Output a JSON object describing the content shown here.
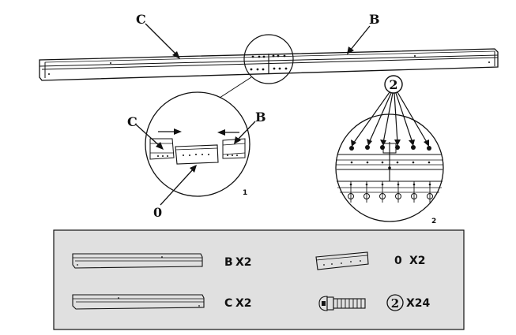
{
  "callouts": {
    "rail_c": "C",
    "rail_b": "B",
    "detail1_c": "C",
    "detail1_b": "B",
    "detail1_zero": "0",
    "detail1_num": "1",
    "detail2_bolt": "2",
    "detail2_num": "2"
  },
  "parts": [
    {
      "part": "B",
      "qty": "X2"
    },
    {
      "part": "0",
      "qty": "X2"
    },
    {
      "part": "C",
      "qty": "X2"
    },
    {
      "part": "2",
      "qty": "X24"
    }
  ],
  "colors": {
    "line": "#111111",
    "panel": "#e0e0e0"
  }
}
